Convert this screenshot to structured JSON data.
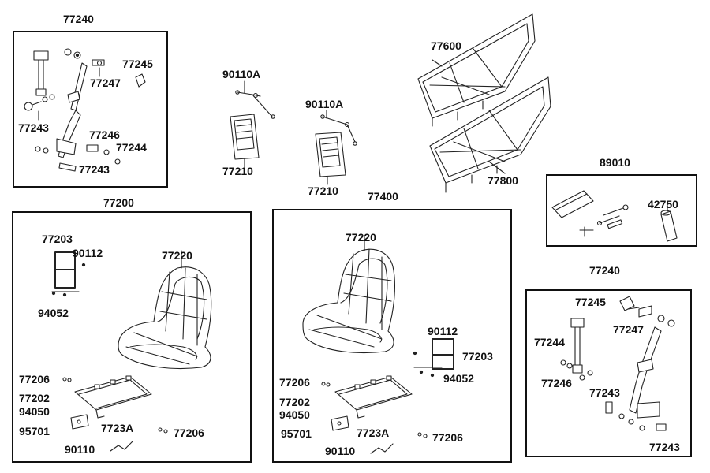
{
  "labels": {
    "seatbelt_left": {
      "title": "77240",
      "clip": "77245",
      "bolt_top": "77247",
      "anchor": "77243",
      "washer": "77246",
      "nut": "77244",
      "bolt_bottom": "77243"
    },
    "headrest_1": {
      "mount": "90110A",
      "pad": "77210"
    },
    "headrest_2": {
      "mount": "90110A",
      "pad": "77210"
    },
    "door_upper": "77600",
    "door_lower": "77800",
    "tool_kit": {
      "title": "89010",
      "part": "42750"
    },
    "seat_left": {
      "title": "77200",
      "bracket": "77203",
      "screw": "90112",
      "cushion": "77220",
      "nut_bracket": "94052",
      "clip_a": "77206",
      "base_plate": "77202",
      "spring": "94050",
      "latch": "7723A",
      "pin": "95701",
      "clip_b": "77206",
      "rod": "90110"
    },
    "seat_right": {
      "title": "77400",
      "cushion": "77220",
      "screw": "90112",
      "bracket": "77203",
      "nut_bracket": "94052",
      "clip_a": "77206",
      "base_plate": "77202",
      "spring": "94050",
      "latch": "7723A",
      "pin": "95701",
      "clip_b": "77206",
      "rod": "90110"
    },
    "seatbelt_right": {
      "title": "77240",
      "clip": "77245",
      "bolt_top": "77247",
      "nut": "77244",
      "washer": "77246",
      "anchor": "77243",
      "bolt_bottom": "77243"
    }
  }
}
